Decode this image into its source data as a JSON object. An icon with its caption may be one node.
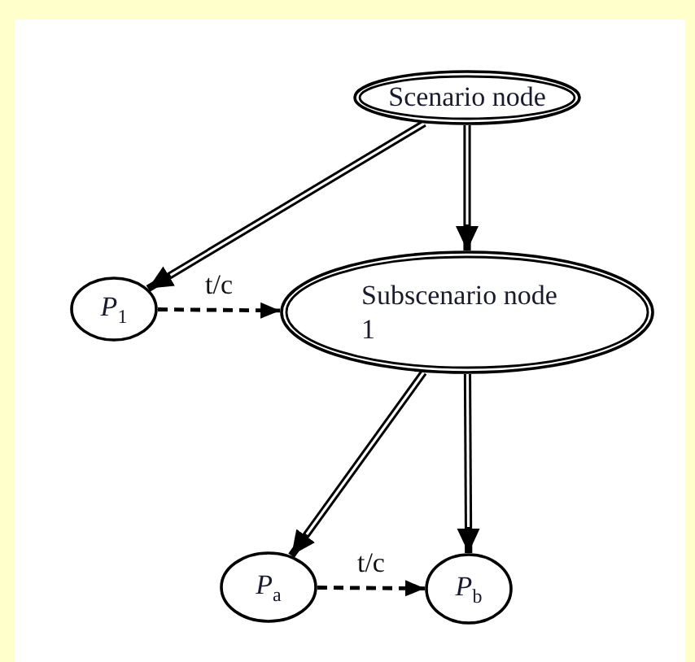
{
  "diagram": {
    "nodes": [
      {
        "text": [
          "Scenario node"
        ]
      },
      {
        "text": [
          "*P*$_{1}$"
        ]
      },
      {
        "text": [
          "Subscenario node 1"
        ]
      },
      {
        "text": [
          "*P*$_{a}$"
        ]
      },
      {
        "text": [
          "*P*$_{b}$"
        ]
      }
    ],
    "edges": [
      {
        "from": 0,
        "to": 1,
        "arrow": "to"
      },
      {
        "from": 0,
        "to": 2,
        "arrow": "to"
      },
      {
        "from": 1,
        "to": 2,
        "arrow": "to",
        "label": "t/c",
        "style": "dashed"
      },
      {
        "from": 2,
        "to": 3,
        "arrow": "to"
      },
      {
        "from": 2,
        "to": 4,
        "arrow": "to"
      },
      {
        "from": 3,
        "to": 4,
        "arrow": "to",
        "label": "t/c",
        "style": "dashed"
      }
    ]
  }
}
